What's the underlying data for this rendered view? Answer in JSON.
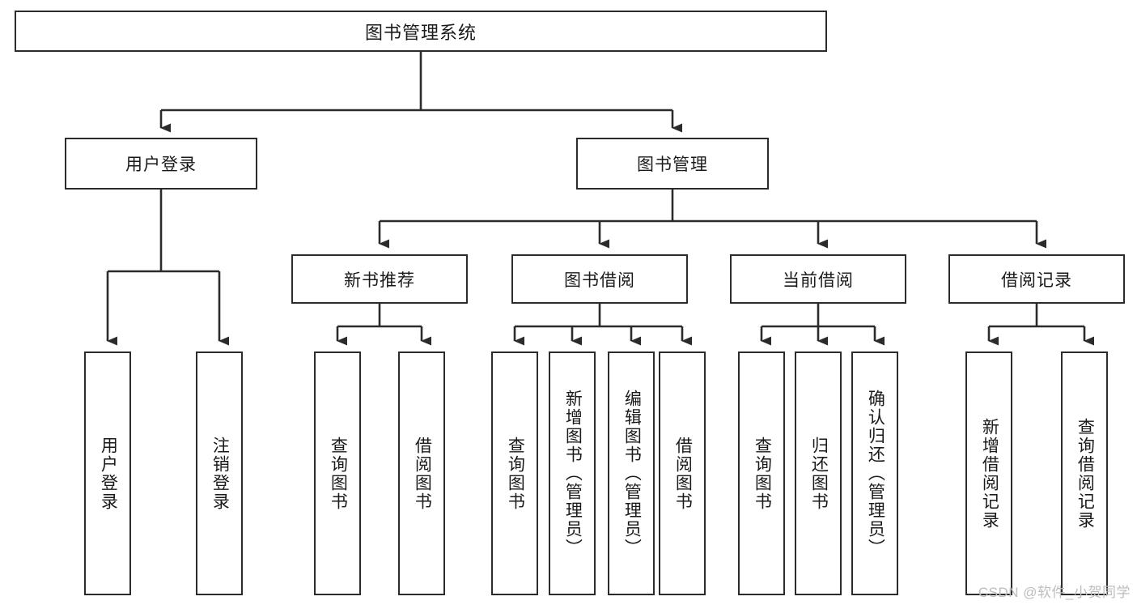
{
  "diagram": {
    "title": "图书管理系统",
    "type": "tree-hierarchy-diagram",
    "colors": {
      "stroke": "#2b2b2b",
      "fill": "#ffffff",
      "text": "#1a1a1a",
      "watermark": "#bdbdbd"
    },
    "levels": {
      "root": {
        "label": "图书管理系统"
      },
      "level2": [
        {
          "id": "user-login",
          "label": "用户登录"
        },
        {
          "id": "book-management",
          "label": "图书管理"
        }
      ],
      "level3": [
        {
          "id": "new-book-recommend",
          "label": "新书推荐"
        },
        {
          "id": "book-borrow",
          "label": "图书借阅"
        },
        {
          "id": "current-borrow",
          "label": "当前借阅"
        },
        {
          "id": "borrow-record",
          "label": "借阅记录"
        }
      ],
      "leaves": {
        "user-login": [
          {
            "id": "leaf-user-login",
            "label": "用户登录"
          },
          {
            "id": "leaf-user-logout",
            "label": "注销登录"
          }
        ],
        "new-book-recommend": [
          {
            "id": "leaf-query-book-1",
            "label": "查询图书"
          },
          {
            "id": "leaf-borrow-book-1",
            "label": "借阅图书"
          }
        ],
        "book-borrow": [
          {
            "id": "leaf-query-book-2",
            "label": "查询图书"
          },
          {
            "id": "leaf-add-book",
            "label": "新增图书（管理员）"
          },
          {
            "id": "leaf-edit-book",
            "label": "编辑图书（管理员）"
          },
          {
            "id": "leaf-borrow-book-2",
            "label": "借阅图书"
          }
        ],
        "current-borrow": [
          {
            "id": "leaf-query-book-3",
            "label": "查询图书"
          },
          {
            "id": "leaf-return-book",
            "label": "归还图书"
          },
          {
            "id": "leaf-confirm-return",
            "label": "确认归还（管理员）"
          }
        ],
        "borrow-record": [
          {
            "id": "leaf-add-record",
            "label": "新增借阅记录"
          },
          {
            "id": "leaf-query-record",
            "label": "查询借阅记录"
          }
        ]
      }
    },
    "watermark": "CSDN @软件_小贺同学"
  }
}
